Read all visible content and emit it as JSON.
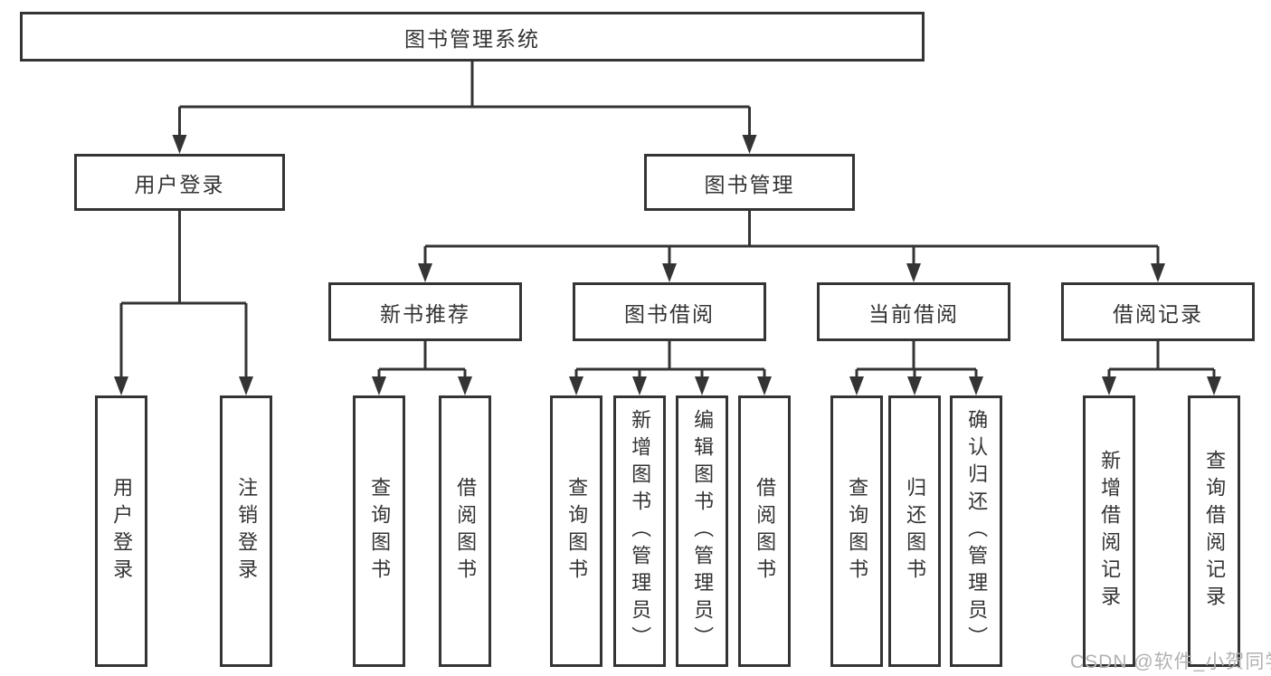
{
  "diagram": {
    "root": {
      "label": "图书管理系统"
    },
    "branches": [
      {
        "label": "用户登录",
        "children": [
          {
            "label": "用户登录"
          },
          {
            "label": "注销登录"
          }
        ]
      },
      {
        "label": "图书管理",
        "children": [
          {
            "label": "新书推荐",
            "children": [
              {
                "label": "查询图书"
              },
              {
                "label": "借阅图书"
              }
            ]
          },
          {
            "label": "图书借阅",
            "children": [
              {
                "label": "查询图书"
              },
              {
                "label": "新增图书（管理员）"
              },
              {
                "label": "编辑图书（管理员）"
              },
              {
                "label": "借阅图书"
              }
            ]
          },
          {
            "label": "当前借阅",
            "children": [
              {
                "label": "查询图书"
              },
              {
                "label": "归还图书"
              },
              {
                "label": "确认归还（管理员）"
              }
            ]
          },
          {
            "label": "借阅记录",
            "children": [
              {
                "label": "新增借阅记录"
              },
              {
                "label": "查询借阅记录"
              }
            ]
          }
        ]
      }
    ]
  },
  "watermark": {
    "text": "CSDN @软件_小贺同学"
  },
  "colors": {
    "line": "#343434",
    "text": "#333333",
    "watermark": "#b2b2b2",
    "background": "#ffffff"
  }
}
